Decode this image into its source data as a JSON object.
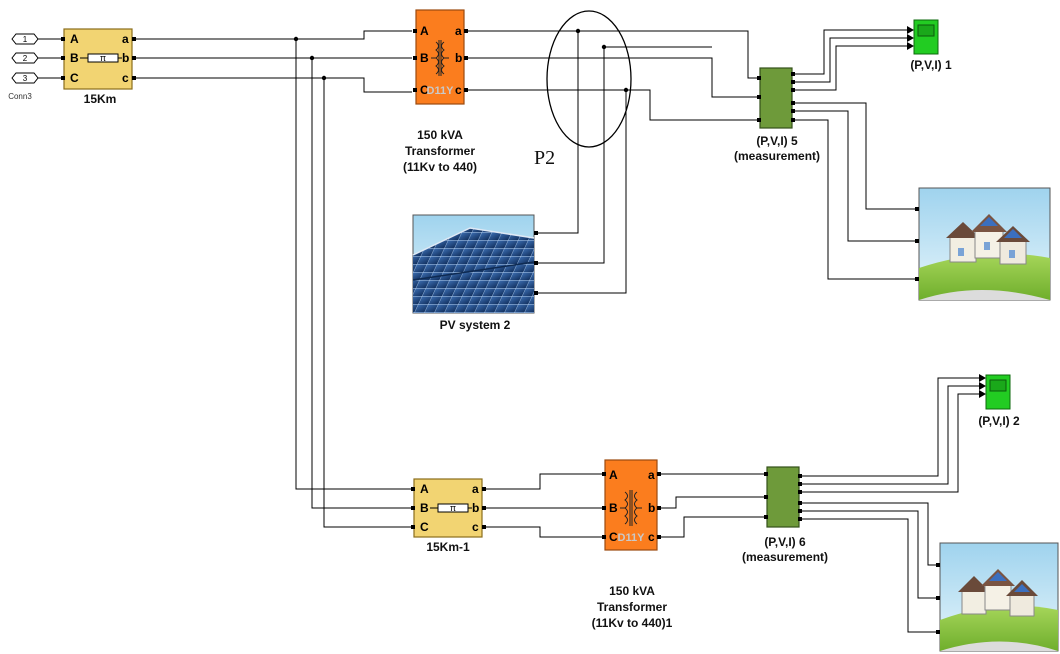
{
  "inports": [
    "1",
    "2",
    "3"
  ],
  "inport_group_label": "Conn3",
  "line_15km": {
    "name": "15Km",
    "ports_left": [
      "A",
      "B",
      "C"
    ],
    "ports_right": [
      "a",
      "b",
      "c"
    ],
    "pi_symbol": "π"
  },
  "line_15km_1": {
    "name": "15Km-1",
    "ports_left": [
      "A",
      "B",
      "C"
    ],
    "ports_right": [
      "a",
      "b",
      "c"
    ],
    "pi_symbol": "π"
  },
  "transformer_1": {
    "lines": [
      "150 kVA",
      "Transformer",
      "(11Kv to 440)"
    ],
    "ports_left": [
      "A",
      "B",
      "C"
    ],
    "ports_right": [
      "a",
      "b",
      "c"
    ],
    "winding": "D11Y"
  },
  "transformer_2": {
    "lines": [
      "150 kVA",
      "Transformer",
      "(11Kv to 440)1"
    ],
    "ports_left": [
      "A",
      "B",
      "C"
    ],
    "ports_right": [
      "a",
      "b",
      "c"
    ],
    "winding": "D11Y"
  },
  "pv_system": {
    "name": "PV system 2"
  },
  "measurement_5": {
    "lines": [
      "(P,V,I) 5",
      "(measurement)"
    ]
  },
  "measurement_6": {
    "lines": [
      "(P,V,I) 6",
      "(measurement)"
    ]
  },
  "scope_1": {
    "name": "(P,V,I) 1"
  },
  "scope_2": {
    "name": "(P,V,I) 2"
  },
  "annotation": {
    "label": "P2"
  },
  "colors": {
    "line_block": "#f2d472",
    "transformer": "#fb7d1e",
    "measurement": "#6e9a3a",
    "scope": "#22cc22",
    "wire": "#000000"
  },
  "icons": [
    "inport-pentagon",
    "pi-resistor-icon",
    "transformer-coil-icon",
    "solar-panel-image",
    "houses-image",
    "scope-screen-icon"
  ]
}
